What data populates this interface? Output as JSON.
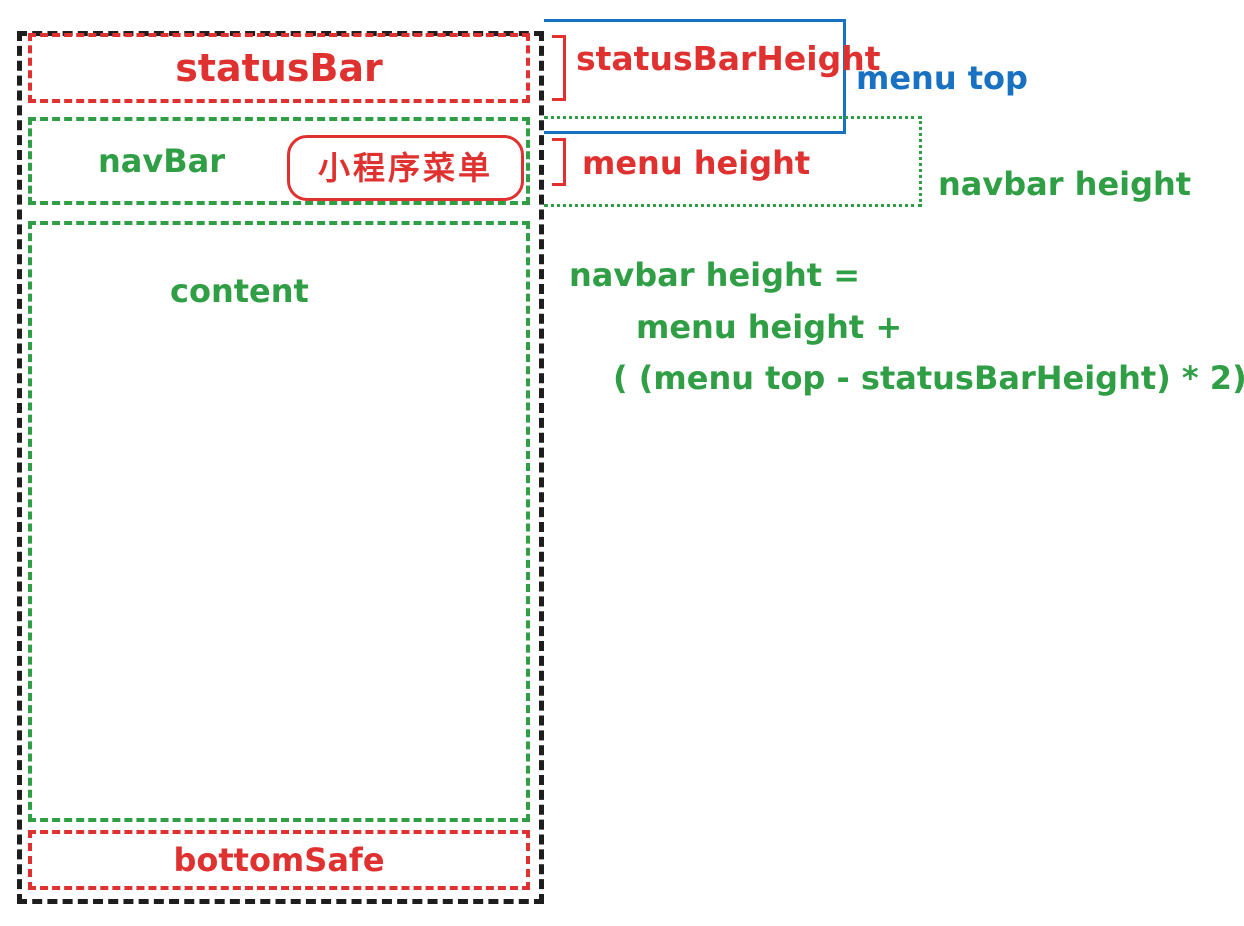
{
  "colors": {
    "red": "#e03131",
    "green": "#2f9e44",
    "blue": "#1971c2",
    "black": "#1e1e1e"
  },
  "phone": {
    "status_bar": "statusBar",
    "nav_bar": "navBar",
    "capsule": "小程序菜单",
    "content": "content",
    "bottom_safe": "bottomSafe"
  },
  "annotations": {
    "status_bar_height": "statusBarHeight",
    "menu_top": "menu top",
    "menu_height": "menu height",
    "navbar_height": "navbar height",
    "formula": {
      "line1": "navbar height =",
      "line2": "menu height +",
      "line3": "( (menu top - statusBarHeight) * 2)"
    }
  }
}
